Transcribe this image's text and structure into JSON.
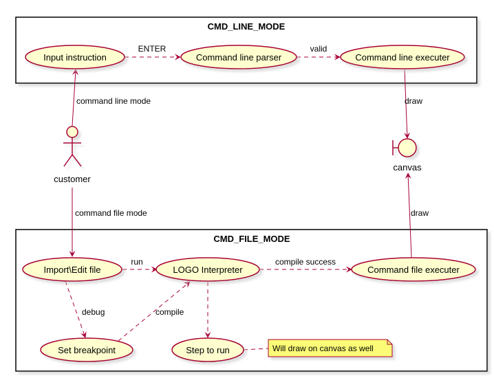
{
  "packages": {
    "line_mode": "CMD_LINE_MODE",
    "file_mode": "CMD_FILE_MODE"
  },
  "use_cases": {
    "input_instruction": "Input instruction",
    "command_line_parser": "Command line parser",
    "command_line_executer": "Command line executer",
    "import_edit_file": "Import\\Edit file",
    "logo_interpreter": "LOGO Interpreter",
    "command_file_executer": "Command file executer",
    "set_breakpoint": "Set breakpoint",
    "step_to_run": "Step to run"
  },
  "actors": {
    "customer": "customer",
    "canvas": "canvas"
  },
  "edges": {
    "enter": "ENTER",
    "valid": "valid",
    "command_line_mode": "command line mode",
    "draw_top": "draw",
    "command_file_mode": "command file mode",
    "draw_bottom": "draw",
    "run": "run",
    "compile_success": "compile success",
    "debug": "debug",
    "compile": "compile"
  },
  "note": "Will draw on canvas as well",
  "colors": {
    "usecase_fill": "#FEFECE",
    "line": "#A80036",
    "note_fill": "#FBFB77",
    "frame": "#000000"
  }
}
